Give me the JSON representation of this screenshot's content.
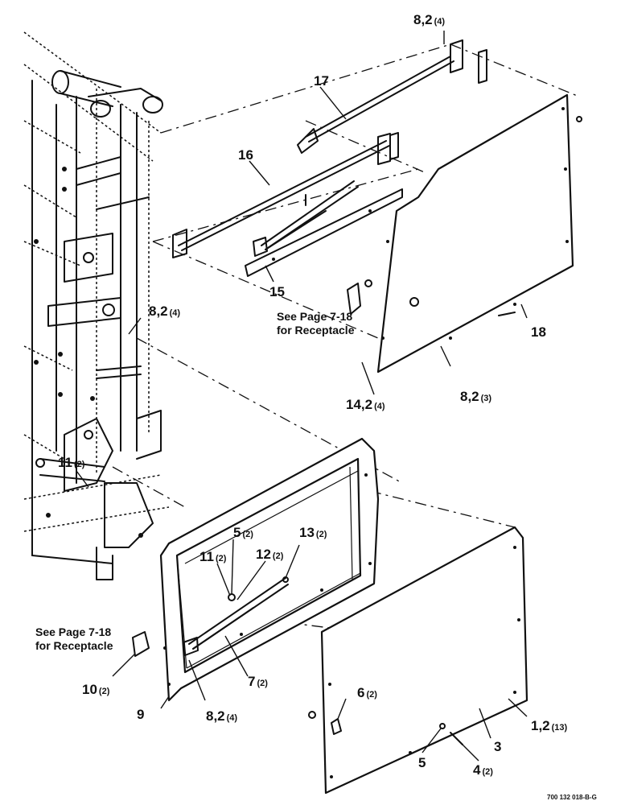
{
  "labels": {
    "c1": {
      "main": "8,2",
      "qty": "(4)"
    },
    "c2": {
      "main": "17",
      "qty": ""
    },
    "c3": {
      "main": "16",
      "qty": ""
    },
    "c4": {
      "main": "15",
      "qty": ""
    },
    "c5": {
      "main": "8,2",
      "qty": "(4)"
    },
    "c6": {
      "main": "18",
      "qty": ""
    },
    "c7": {
      "main": "14,2",
      "qty": "(4)"
    },
    "c8": {
      "main": "8,2",
      "qty": "(3)"
    },
    "c9": {
      "main": "11",
      "qty": "(2)"
    },
    "c10": {
      "main": "5",
      "qty": "(2)"
    },
    "c11": {
      "main": "13",
      "qty": "(2)"
    },
    "c12": {
      "main": "11",
      "qty": "(2)"
    },
    "c13": {
      "main": "12",
      "qty": "(2)"
    },
    "c14": {
      "main": "10",
      "qty": "(2)"
    },
    "c15": {
      "main": "7",
      "qty": "(2)"
    },
    "c16": {
      "main": "6",
      "qty": "(2)"
    },
    "c17": {
      "main": "8,2",
      "qty": "(4)"
    },
    "c18": {
      "main": "9",
      "qty": ""
    },
    "c19": {
      "main": "1,2",
      "qty": "(13)"
    },
    "c20": {
      "main": "3",
      "qty": ""
    },
    "c21": {
      "main": "5",
      "qty": ""
    },
    "c22": {
      "main": "4",
      "qty": "(2)"
    }
  },
  "notes": {
    "upper": {
      "line1": "See Page 7-18",
      "line2": "for Receptacle"
    },
    "lower": {
      "line1": "See Page 7-18",
      "line2": "for Receptacle"
    }
  },
  "drawing_code": "700 132 018-B-G"
}
